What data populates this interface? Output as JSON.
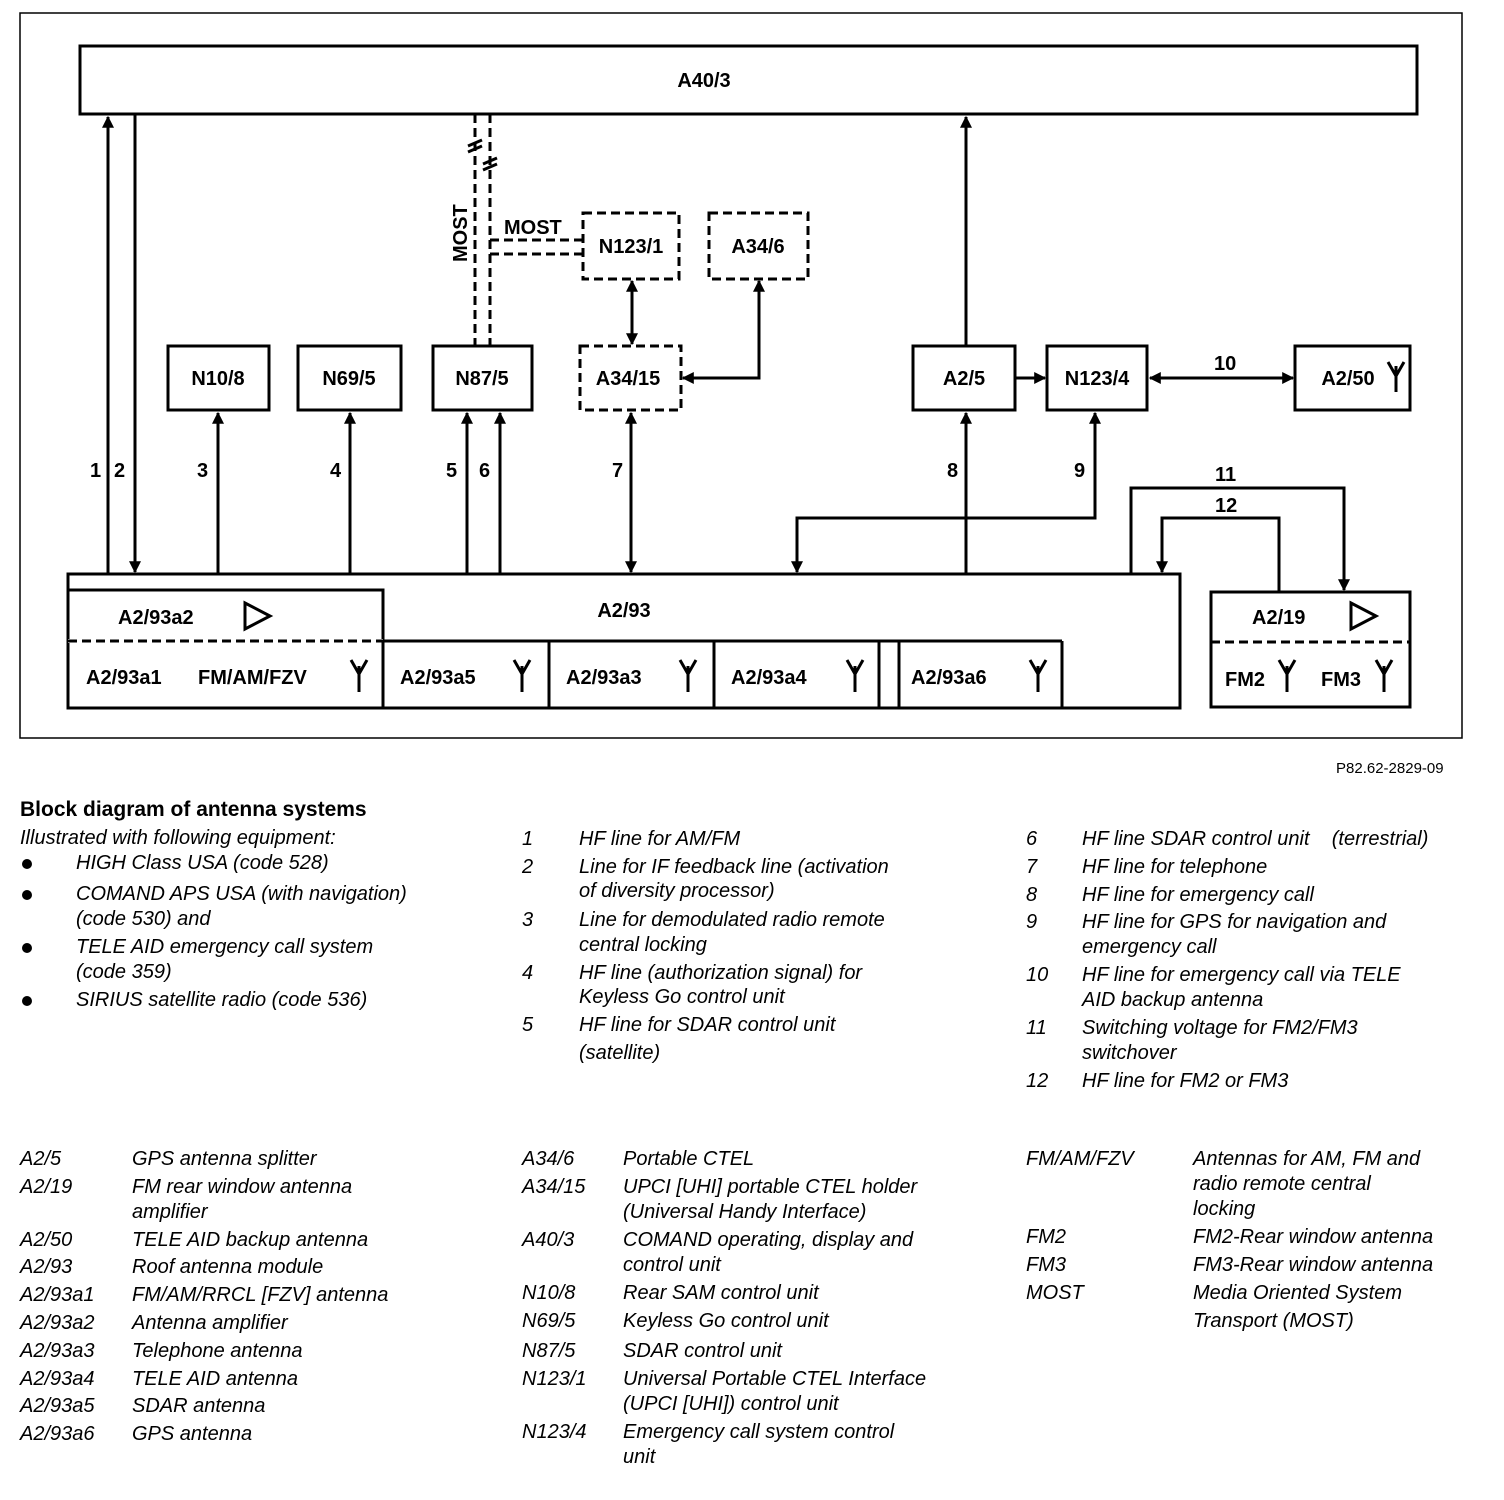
{
  "diagram": {
    "head_unit": "A40/3",
    "most_vertical": "MOST",
    "most_horizontal": "MOST",
    "modules": {
      "n10_8": "N10/8",
      "n69_5": "N69/5",
      "n87_5": "N87/5",
      "a34_15": "A34/15",
      "n123_1": "N123/1",
      "a34_6": "A34/6",
      "a2_5": "A2/5",
      "n123_4": "N123/4",
      "a2_50": "A2/50",
      "a2_93": "A2/93",
      "a2_93a2": "A2/93a2",
      "a2_93a1": "A2/93a1",
      "fm_am_fzv": "FM/AM/FZV",
      "a2_93a5": "A2/93a5",
      "a2_93a3": "A2/93a3",
      "a2_93a4": "A2/93a4",
      "a2_93a6": "A2/93a6",
      "a2_19": "A2/19",
      "fm2": "FM2",
      "fm3": "FM3"
    },
    "line_numbers": [
      "1",
      "2",
      "3",
      "4",
      "5",
      "6",
      "7",
      "8",
      "9",
      "10",
      "11",
      "12"
    ],
    "figure_id": "P82.62-2829-09"
  },
  "legend": {
    "title": "Block diagram of antenna systems",
    "intro": "Illustrated with following equipment:",
    "bullets": [
      "HIGH Class USA (code 528)",
      "COMAND APS USA (with navigation)",
      "(code 530) and",
      "TELE AID emergency call system",
      "(code 359)",
      "SIRIUS satellite radio (code 536)"
    ],
    "lines_col1": [
      {
        "num": "1",
        "text": "HF line for AM/FM"
      },
      {
        "num": "2",
        "text": "Line for IF feedback line (activation"
      },
      {
        "num": "",
        "text": "of diversity processor)"
      },
      {
        "num": "3",
        "text": "Line for demodulated radio remote"
      },
      {
        "num": "",
        "text": "central locking"
      },
      {
        "num": "4",
        "text": "HF line (authorization signal) for"
      },
      {
        "num": "",
        "text": "Keyless Go control unit"
      },
      {
        "num": "5",
        "text": "HF line for SDAR control unit"
      },
      {
        "num": "",
        "text": "(satellite)"
      }
    ],
    "lines_col2": [
      {
        "num": "6",
        "text": "HF line SDAR control unit    (terrestrial)"
      },
      {
        "num": "7",
        "text": "HF line for telephone"
      },
      {
        "num": "8",
        "text": "HF line for emergency call"
      },
      {
        "num": "9",
        "text": "HF line for GPS for navigation and"
      },
      {
        "num": "",
        "text": "emergency call"
      },
      {
        "num": "10",
        "text": "HF line for emergency call via TELE"
      },
      {
        "num": "",
        "text": "AID backup antenna"
      },
      {
        "num": "11",
        "text": "Switching voltage for FM2/FM3"
      },
      {
        "num": "",
        "text": "switchover"
      },
      {
        "num": "12",
        "text": "HF line for FM2 or FM3"
      }
    ],
    "codes_col1": [
      {
        "code": "A2/5",
        "desc": "GPS antenna splitter"
      },
      {
        "code": "A2/19",
        "desc": "FM rear window antenna"
      },
      {
        "code": "",
        "desc": "amplifier"
      },
      {
        "code": "A2/50",
        "desc": "TELE AID backup antenna"
      },
      {
        "code": "A2/93",
        "desc": "Roof antenna module"
      },
      {
        "code": "A2/93a1",
        "desc": "FM/AM/RRCL [FZV] antenna"
      },
      {
        "code": "A2/93a2",
        "desc": "Antenna amplifier"
      },
      {
        "code": "A2/93a3",
        "desc": "Telephone antenna"
      },
      {
        "code": "A2/93a4",
        "desc": "TELE AID antenna"
      },
      {
        "code": "A2/93a5",
        "desc": "SDAR antenna"
      },
      {
        "code": "A2/93a6",
        "desc": "GPS antenna"
      }
    ],
    "codes_col2": [
      {
        "code": "A34/6",
        "desc": "Portable CTEL"
      },
      {
        "code": "A34/15",
        "desc": "UPCI [UHI] portable CTEL holder"
      },
      {
        "code": "",
        "desc": "(Universal Handy Interface)"
      },
      {
        "code": "A40/3",
        "desc": "COMAND operating, display and"
      },
      {
        "code": "",
        "desc": "control unit"
      },
      {
        "code": "N10/8",
        "desc": "Rear SAM control unit"
      },
      {
        "code": "N69/5",
        "desc": "Keyless Go control unit"
      },
      {
        "code": "N87/5",
        "desc": "SDAR control unit"
      },
      {
        "code": "N123/1",
        "desc": "Universal Portable CTEL Interface"
      },
      {
        "code": "",
        "desc": "(UPCI [UHI]) control unit"
      },
      {
        "code": "N123/4",
        "desc": "Emergency call system control"
      },
      {
        "code": "",
        "desc": "unit"
      }
    ],
    "codes_col3": [
      {
        "code": "FM/AM/FZV",
        "desc": "Antennas for AM, FM and"
      },
      {
        "code": "",
        "desc": "radio remote central"
      },
      {
        "code": "",
        "desc": "locking"
      },
      {
        "code": "FM2",
        "desc": "FM2-Rear window antenna"
      },
      {
        "code": "FM3",
        "desc": "FM3-Rear window antenna"
      },
      {
        "code": "MOST",
        "desc": "Media Oriented System"
      },
      {
        "code": "",
        "desc": "Transport (MOST)"
      }
    ]
  }
}
